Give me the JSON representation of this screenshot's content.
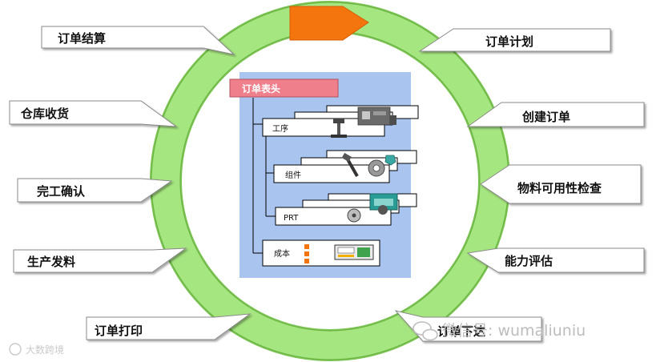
{
  "steps": {
    "order_settlement": "订单结算",
    "warehouse_receipt": "仓库收货",
    "completion_confirm": "完工确认",
    "material_issue": "生产发料",
    "order_print": "订单打印",
    "order_release": "订单下达",
    "capacity_eval": "能力评估",
    "material_check": "物料可用性检查",
    "create_order": "创建订单",
    "order_plan": "订单计划"
  },
  "order_structure": {
    "header": "订单表头",
    "operation": "工序",
    "component": "组件",
    "prt": "PRT",
    "cost": "成本"
  },
  "watermark": {
    "wechat": "微信号: wumaliuniu",
    "site": "大数跨境"
  },
  "colors": {
    "ring": "#a6e680",
    "ring_edge": "#7cc454",
    "inner_panel": "#a9c4ef",
    "header_fill": "#f07f8c",
    "arrow": "#f4740d",
    "callout_fill": "#ffffff",
    "callout_stroke": "#8a8a8a"
  }
}
